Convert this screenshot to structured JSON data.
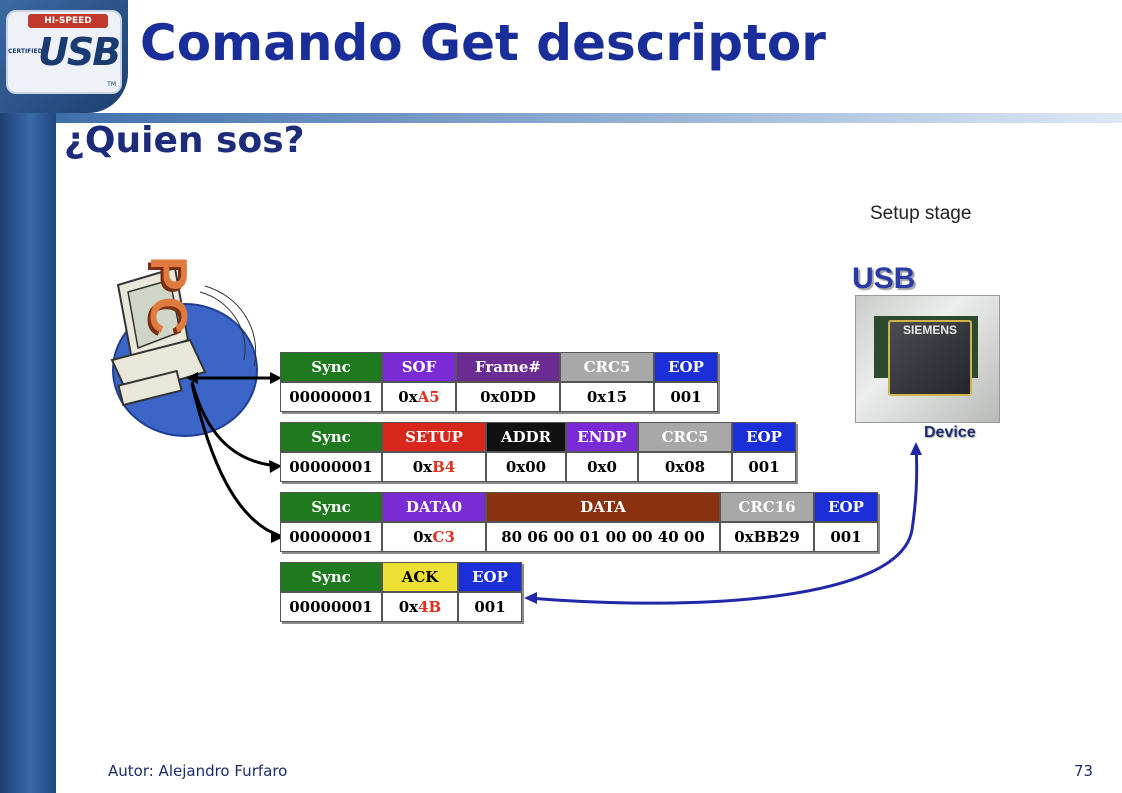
{
  "slide": {
    "title": "Comando Get descriptor",
    "subtitle": "¿Quien sos?",
    "stage_label": "Setup stage",
    "footer_author": "Autor: Alejandro Furfaro",
    "page_number": "73"
  },
  "logo": {
    "top_text": "HI-SPEED",
    "brand": "USB",
    "side_text": "CERTIFIED",
    "tm": "TM"
  },
  "host": {
    "label": "PC"
  },
  "device": {
    "bus_label": "USB",
    "label": "Device",
    "chip_text": "SIEMENS"
  },
  "packets": [
    {
      "name": "sof",
      "fields": [
        {
          "header": "Sync",
          "value": "00000001",
          "color": "#1f7a1f"
        },
        {
          "header": "SOF",
          "value_prefix": "0x",
          "value_hl": "A5",
          "color": "#7b2bd6"
        },
        {
          "header": "Frame#",
          "value": "0x0DD",
          "color": "#6b2c91"
        },
        {
          "header": "CRC5",
          "value": "0x15",
          "color": "#a8a8a8"
        },
        {
          "header": "EOP",
          "value": "001",
          "color": "#1b2fd8"
        }
      ]
    },
    {
      "name": "setup",
      "fields": [
        {
          "header": "Sync",
          "value": "00000001",
          "color": "#1f7a1f"
        },
        {
          "header": "SETUP",
          "value_prefix": "0x",
          "value_hl": "B4",
          "color": "#d8281e"
        },
        {
          "header": "ADDR",
          "value": "0x00",
          "color": "#111111"
        },
        {
          "header": "ENDP",
          "value": "0x0",
          "color": "#7b2bd6"
        },
        {
          "header": "CRC5",
          "value": "0x08",
          "color": "#a8a8a8"
        },
        {
          "header": "EOP",
          "value": "001",
          "color": "#1b2fd8"
        }
      ]
    },
    {
      "name": "data0",
      "fields": [
        {
          "header": "Sync",
          "value": "00000001",
          "color": "#1f7a1f"
        },
        {
          "header": "DATA0",
          "value_prefix": "0x",
          "value_hl": "C3",
          "color": "#7b2bd6"
        },
        {
          "header": "DATA",
          "value": "80 06 00 01 00 00 40 00",
          "color": "#8a3210"
        },
        {
          "header": "CRC16",
          "value": "0xBB29",
          "color": "#a8a8a8"
        },
        {
          "header": "EOP",
          "value": "001",
          "color": "#1b2fd8"
        }
      ]
    },
    {
      "name": "ack",
      "fields": [
        {
          "header": "Sync",
          "value": "00000001",
          "color": "#1f7a1f"
        },
        {
          "header": "ACK",
          "value_prefix": "0x",
          "value_hl": "4B",
          "color": "#ece033"
        },
        {
          "header": "EOP",
          "value": "001",
          "color": "#1b2fd8"
        }
      ]
    }
  ]
}
